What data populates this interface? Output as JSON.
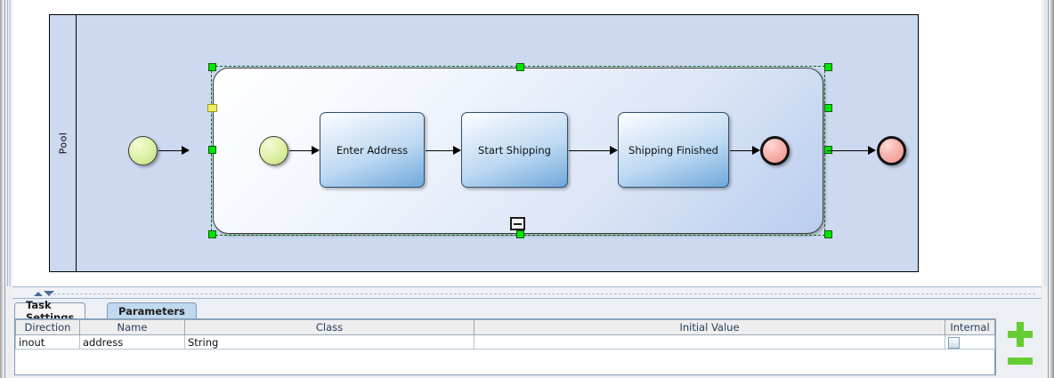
{
  "diagram": {
    "pool": {
      "label": "Pool"
    },
    "subprocess": {
      "selected": true,
      "collapse_icon": "minus-icon",
      "handles": [
        "nw",
        "n",
        "ne",
        "w",
        "e",
        "sw",
        "s",
        "se"
      ],
      "special_handle_color": "#f2ee63"
    },
    "nodes": [
      {
        "id": "start-outer",
        "type": "start-event",
        "label": ""
      },
      {
        "id": "start-inner",
        "type": "start-event",
        "label": ""
      },
      {
        "id": "task-1",
        "type": "task",
        "label": "Enter Address"
      },
      {
        "id": "task-2",
        "type": "task",
        "label": "Start Shipping"
      },
      {
        "id": "task-3",
        "type": "task",
        "label": "Shipping Finished"
      },
      {
        "id": "end-inner",
        "type": "end-event",
        "label": ""
      },
      {
        "id": "end-outer",
        "type": "end-event",
        "label": ""
      }
    ],
    "colors": {
      "pool_background": "#ccd9f0",
      "task_fill_top": "#ffffff",
      "task_fill_bottom": "#6fa8dc",
      "start_event_fill": "#c3e07b",
      "end_event_fill": "#ef8e88",
      "selection": "#00e600"
    }
  },
  "splitter": {
    "collapse_up_icon": "triangle-up-icon",
    "collapse_down_icon": "triangle-down-icon"
  },
  "bottom_panel": {
    "tabs": [
      {
        "label": "Task Settings",
        "active": false
      },
      {
        "label": "Parameters",
        "active": true
      }
    ],
    "table": {
      "columns": [
        "Direction",
        "Name",
        "Class",
        "Initial Value",
        "Internal"
      ],
      "rows": [
        {
          "direction": "inout",
          "name": "address",
          "class": "String",
          "initial_value": "",
          "internal_checked": false
        }
      ]
    },
    "buttons": {
      "add": {
        "icon": "plus-icon",
        "color": "#66cc33"
      },
      "remove": {
        "icon": "minus-icon",
        "color": "#66cc33"
      }
    }
  }
}
